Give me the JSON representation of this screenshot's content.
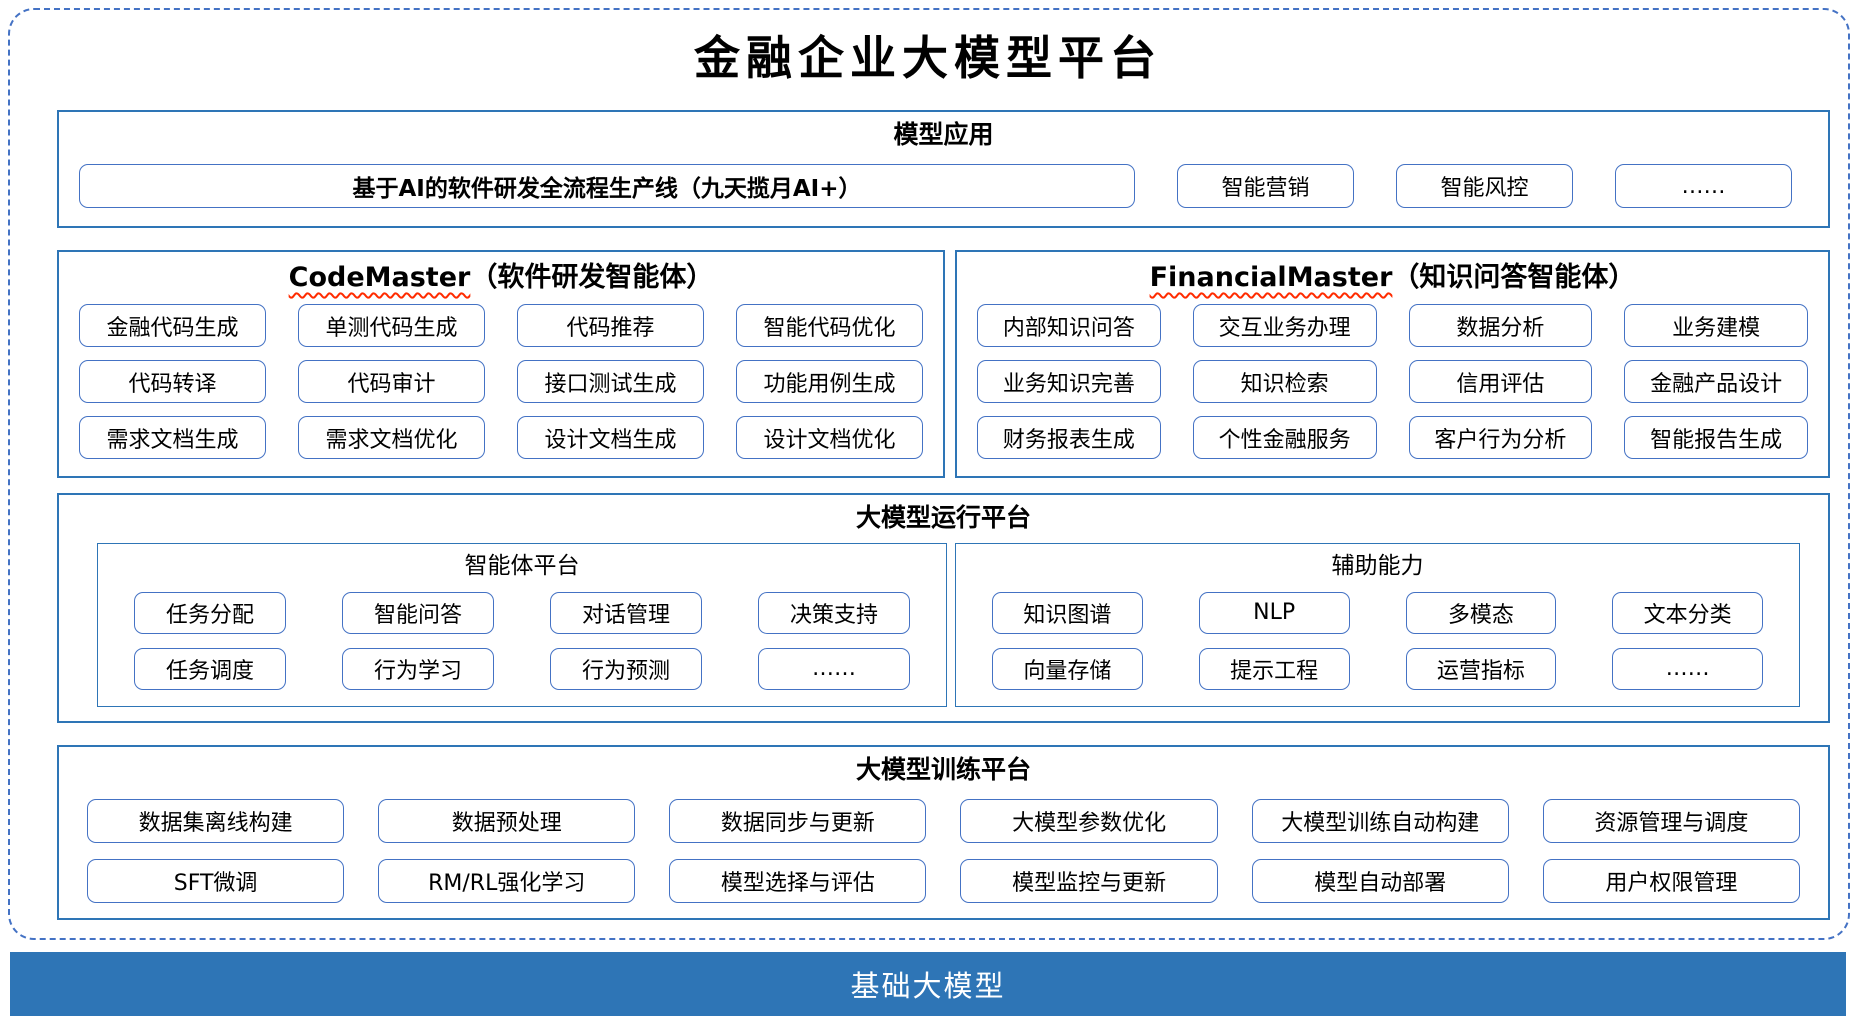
{
  "title": "金融企业大模型平台",
  "colors": {
    "dashed_border": "#4472C4",
    "box_border": "#2E75B6",
    "pill_border": "#4472C4",
    "bar_bg": "#2E75B6",
    "bar_text": "#FFFFFF",
    "squiggle": "#FF2B00",
    "text": "#000000"
  },
  "model_app": {
    "header": "模型应用",
    "main_pill": "基于AI的软件研发全流程生产线（九天揽月AI+）",
    "pills": [
      "智能营销",
      "智能风控",
      "……"
    ]
  },
  "code_master": {
    "title_en": "CodeMaster",
    "title_zh": "（软件研发智能体）",
    "items": [
      "金融代码生成",
      "单测代码生成",
      "代码推荐",
      "智能代码优化",
      "代码转译",
      "代码审计",
      "接口测试生成",
      "功能用例生成",
      "需求文档生成",
      "需求文档优化",
      "设计文档生成",
      "设计文档优化"
    ]
  },
  "financial_master": {
    "title_en": "FinancialMaster",
    "title_zh": "（知识问答智能体）",
    "items": [
      "内部知识问答",
      "交互业务办理",
      "数据分析",
      "业务建模",
      "业务知识完善",
      "知识检索",
      "信用评估",
      "金融产品设计",
      "财务报表生成",
      "个性金融服务",
      "客户行为分析",
      "智能报告生成"
    ]
  },
  "runtime": {
    "header": "大模型运行平台",
    "agent_platform": {
      "title": "智能体平台",
      "items": [
        "任务分配",
        "智能问答",
        "对话管理",
        "决策支持",
        "任务调度",
        "行为学习",
        "行为预测",
        "……"
      ]
    },
    "aux_ability": {
      "title": "辅助能力",
      "items": [
        "知识图谱",
        "NLP",
        "多模态",
        "文本分类",
        "向量存储",
        "提示工程",
        "运营指标",
        "……"
      ]
    }
  },
  "training": {
    "header": "大模型训练平台",
    "items": [
      "数据集离线构建",
      "数据预处理",
      "数据同步与更新",
      "大模型参数优化",
      "大模型训练自动构建",
      "资源管理与调度",
      "SFT微调",
      "RM/RL强化学习",
      "模型选择与评估",
      "模型监控与更新",
      "模型自动部署",
      "用户权限管理"
    ]
  },
  "foundation_bar": {
    "label": "基础大模型"
  }
}
